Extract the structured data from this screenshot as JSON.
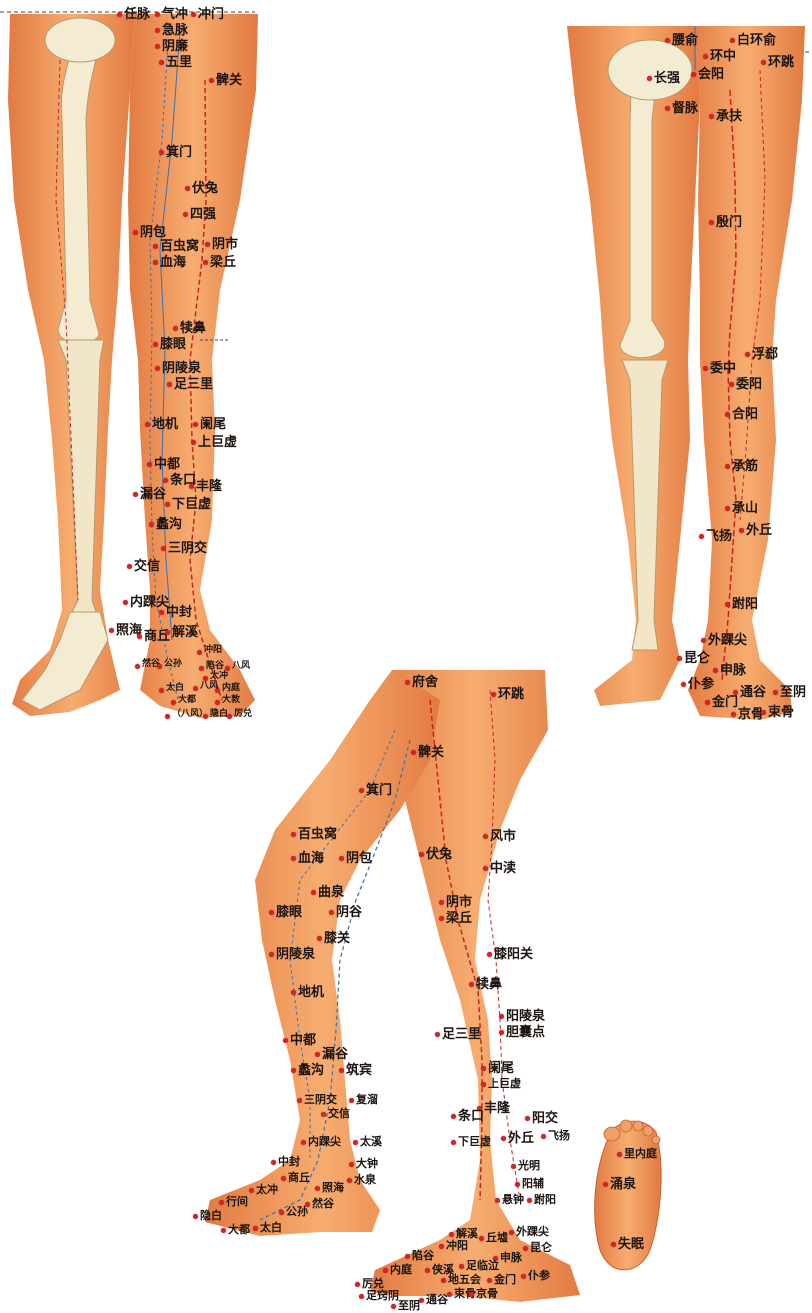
{
  "colors": {
    "skin": "#f09a5c",
    "skin_dark": "#d9703c",
    "bone": "#f4ecd2",
    "meridian_red": "#cc2222",
    "meridian_blue": "#3a6fb0",
    "text": "#1c1410"
  },
  "front_view": {
    "labels": [
      "任脉",
      "气冲",
      "冲门",
      "急脉",
      "阴廉",
      "五里",
      "髀关",
      "箕门",
      "伏兔",
      "四强",
      "阴包",
      "百虫窝",
      "阴市",
      "血海",
      "梁丘",
      "犊鼻",
      "膝眼",
      "阴陵泉",
      "足三里",
      "地机",
      "阑尾",
      "上巨虚",
      "中都",
      "条口",
      "丰隆",
      "漏谷",
      "下巨虚",
      "蠡沟",
      "三阴交",
      "交信",
      "内踝尖",
      "中封",
      "照海",
      "商丘",
      "解溪",
      "冲阳",
      "然谷",
      "公孙",
      "陷谷",
      "八风",
      "太冲",
      "太白",
      "内庭",
      "大都",
      "大敦",
      "隐白",
      "厉兑",
      "（八风）",
      "八风"
    ]
  },
  "back_view": {
    "labels": [
      "腰俞",
      "白环俞",
      "环中",
      "环跳",
      "长强",
      "会阳",
      "督脉",
      "承扶",
      "殷门",
      "浮郄",
      "委中",
      "委阳",
      "合阳",
      "承筋",
      "承山",
      "外丘",
      "飞扬",
      "跗阳",
      "外踝尖",
      "昆仑",
      "申脉",
      "仆参",
      "通谷",
      "至阴",
      "金门",
      "京骨",
      "束骨"
    ]
  },
  "side_view": {
    "labels": [
      "府舍",
      "环跳",
      "髀关",
      "箕门",
      "百虫窝",
      "血海",
      "阴包",
      "风市",
      "伏兔",
      "中渎",
      "曲泉",
      "阴市",
      "膝眼",
      "阴谷",
      "梁丘",
      "膝关",
      "阴陵泉",
      "膝阳关",
      "地机",
      "犊鼻",
      "阳陵泉",
      "胆囊点",
      "中都",
      "漏谷",
      "足三里",
      "蠡沟",
      "筑宾",
      "阑尾",
      "上巨虚",
      "三阴交",
      "交信",
      "丰隆",
      "复溜",
      "条口",
      "阳交",
      "内踝尖",
      "太溪",
      "下巨虚",
      "外丘",
      "飞扬",
      "中封",
      "大钟",
      "光明",
      "商丘",
      "水泉",
      "阳辅",
      "太冲",
      "照海",
      "悬钟",
      "跗阳",
      "行间",
      "然谷",
      "公孙",
      "隐白",
      "大都",
      "太白",
      "解溪",
      "丘墟",
      "外踝尖",
      "冲阳",
      "昆仑",
      "陷谷",
      "申脉",
      "内庭",
      "侠溪",
      "足临泣",
      "厉兑",
      "地五会",
      "金门",
      "仆参",
      "足窍阴",
      "通谷",
      "束骨",
      "京骨",
      "至阴"
    ]
  },
  "sole_view": {
    "labels": [
      "里内庭",
      "涌泉",
      "失眠"
    ]
  }
}
